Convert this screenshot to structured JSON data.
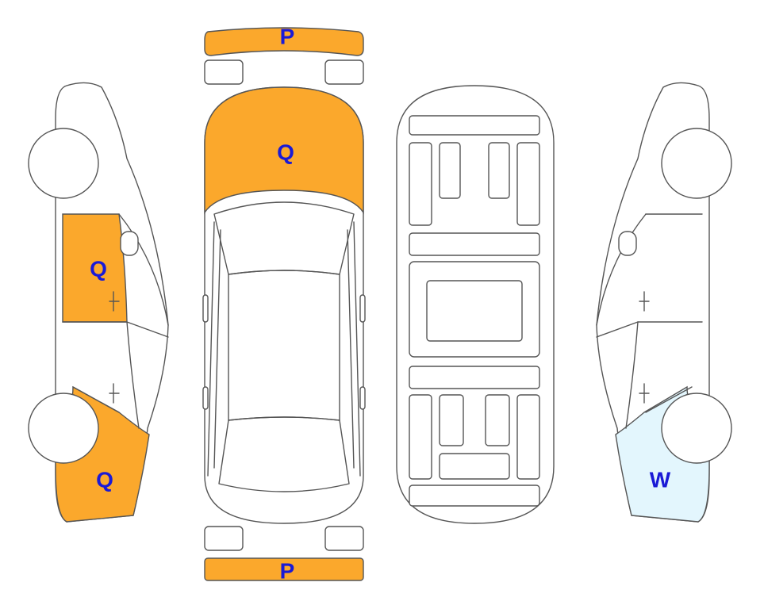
{
  "colors": {
    "outline": "#555555",
    "body": "#ffffff",
    "damage_q": "#FBA82C",
    "damage_p": "#FBA82C",
    "damage_w": "#E3F6FD",
    "label": "#1A1AD6"
  },
  "panels": {
    "front_bumper": {
      "label": "P"
    },
    "hood": {
      "label": "Q"
    },
    "left_front_door": {
      "label": "Q"
    },
    "left_rear_quarter": {
      "label": "Q"
    },
    "right_rear_quarter": {
      "label": "W"
    },
    "rear_bumper": {
      "label": "P"
    }
  }
}
